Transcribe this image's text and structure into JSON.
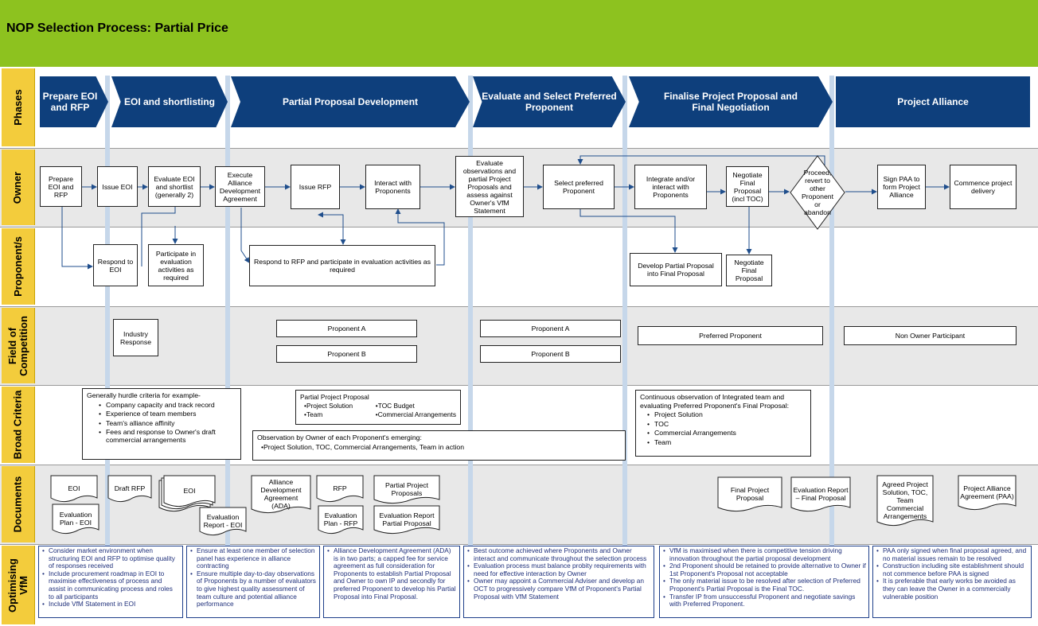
{
  "title": "NOP Selection Process: Partial Price",
  "row_labels": {
    "phases": "Phases",
    "owner": "Owner",
    "proponents": "Proponent/s",
    "field": "Field of Competition",
    "criteria": "Broad Criteria",
    "documents": "Documents",
    "optimising": "Optimising VfM"
  },
  "phases": [
    "Prepare EOI and RFP",
    "EOI and shortlisting",
    "Partial Proposal Development",
    "Evaluate and Select Preferred Proponent",
    "Finalise Project Proposal and Final Negotiation",
    "Project Alliance"
  ],
  "owner_boxes": [
    "Prepare EOI and RFP",
    "Issue EOI",
    "Evaluate EOI and shortlist (generally 2)",
    "Execute Alliance Development Agreement",
    "Issue RFP",
    "Interact with Proponents",
    "Evaluate observations and partial Project Proposals and assess against Owner's VfM Statement",
    "Select preferred Proponent",
    "Integrate and/or interact with Proponents",
    "Negotiate Final Proposal (incl TOC)",
    "Proceed, revert to other Proponent or abandon",
    "Sign PAA to form Project Alliance",
    "Commence project delivery"
  ],
  "proponent_boxes": [
    "Respond to EOI",
    "Participate in evaluation activities as required",
    "Respond to RFP and participate in evaluation activities as required",
    "Develop Partial Proposal into Final Proposal",
    "Negotiate Final Proposal"
  ],
  "field": [
    "Industry Response",
    "Proponent A",
    "Proponent B",
    "Proponent A",
    "Proponent B",
    "Preferred Proponent",
    "Non Owner Participant"
  ],
  "criteria": {
    "eoi_intro": "Generally hurdle criteria for example-",
    "eoi_items": [
      "Company capacity and track record",
      "Experience of team members",
      "Team's alliance affinity",
      "Fees and response to Owner's draft commercial arrangements"
    ],
    "partial_title": "Partial Project Proposal",
    "partial_items": [
      "Project Solution",
      "Team",
      "TOC Budget",
      "Commercial Arrangements"
    ],
    "observation_intro": "Observation by Owner of each Proponent's emerging:",
    "observation_item": "Project Solution, TOC, Commercial Arrangements, Team in action",
    "continuous_intro": "Continuous observation of Integrated team and evaluating Preferred Proponent's Final Proposal:",
    "continuous_items": [
      "Project Solution",
      "TOC",
      "Commercial Arrangements",
      "Team"
    ]
  },
  "documents": [
    "EOI",
    "Evaluation Plan - EOI",
    "Draft RFP",
    "EOI",
    "Evaluation Report - EOI",
    "Alliance Development Agreement (ADA)",
    "RFP",
    "Evaluation Plan - RFP",
    "Partial Project Proposals",
    "Evaluation Report Partial Proposal",
    "Final Project Proposal",
    "Evaluation Report – Final Proposal",
    "Agreed Project Solution, TOC, Team Commercial Arrangements",
    "Project Alliance Agreement (PAA)"
  ],
  "optimising": [
    [
      "Consider market environment when structuring EOI and RFP to optimise quality of responses received",
      "Include procurement roadmap in EOI to maximise effectiveness of process and assist in communicating process and roles to all participants",
      "Include VfM Statement in EOI"
    ],
    [
      "Ensure at least one member of selection panel has experience in alliance contracting",
      "Ensure multiple day-to-day observations of Proponents by a number of evaluators to give highest quality assessment of team culture and potential alliance performance"
    ],
    [
      "Alliance Development Agreement (ADA) is in two parts; a capped fee for service agreement as full consideration for Proponents to establish Partial Proposal and Owner to own IP and secondly for preferred Proponent to develop his Partial Proposal into Final Proposal."
    ],
    [
      "Best outcome achieved where Proponents and Owner interact and communicate throughout the selection process",
      "Evaluation process must balance probity requirements with need for effective interaction by Owner",
      "Owner may appoint a Commercial Adviser and develop an OCT to progressively compare VfM of Proponent's Partial Proposal with VfM Statement"
    ],
    [
      "VfM is maximised when there is competitive tension driving innovation throughout the partial proposal development",
      "2nd Proponent should be retained to provide alternative to Owner if 1st Proponent's Proposal not acceptable",
      "The only material issue to be resolved after selection of Preferred Proponent's Partial Proposal is the Final TOC.",
      "Transfer IP from unsuccessful Proponent and negotiate savings with Preferred Proponent."
    ],
    [
      "PAA only signed when final proposal agreed, and no material issues remain to be resolved",
      "Construction including site establishment should not commence before PAA is signed",
      "It is preferable that early works be avoided as they can leave the Owner in a commercially vulnerable position"
    ]
  ],
  "colors": {
    "title_bar": "#8dc21f",
    "row_label": "#f3cc3c",
    "phase_chevron": "#0e3f7c",
    "optimising_text": "#1e2f7a"
  }
}
